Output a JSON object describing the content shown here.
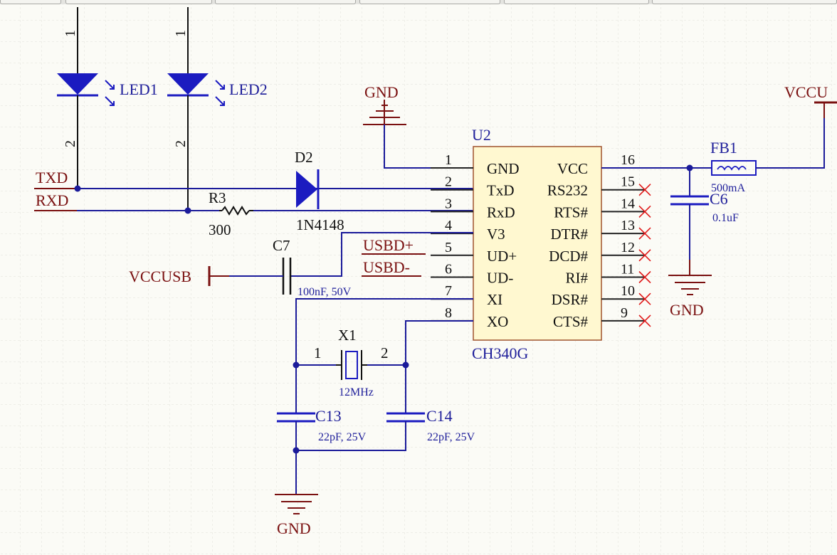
{
  "tabs": [
    "",
    "",
    "",
    "",
    "",
    ""
  ],
  "chip": {
    "designator": "U2",
    "part": "CH340G",
    "pins_left": [
      {
        "num": "1",
        "name": "GND"
      },
      {
        "num": "2",
        "name": "TxD"
      },
      {
        "num": "3",
        "name": "RxD"
      },
      {
        "num": "4",
        "name": "V3"
      },
      {
        "num": "5",
        "name": "UD+"
      },
      {
        "num": "6",
        "name": "UD-"
      },
      {
        "num": "7",
        "name": "XI"
      },
      {
        "num": "8",
        "name": "XO"
      }
    ],
    "pins_right": [
      {
        "num": "16",
        "name": "VCC"
      },
      {
        "num": "15",
        "name": "RS232"
      },
      {
        "num": "14",
        "name": "RTS#"
      },
      {
        "num": "13",
        "name": "DTR#"
      },
      {
        "num": "12",
        "name": "DCD#"
      },
      {
        "num": "11",
        "name": "RI#"
      },
      {
        "num": "10",
        "name": "DSR#"
      },
      {
        "num": "9",
        "name": "CTS#"
      }
    ]
  },
  "leds": [
    {
      "name": "LED1",
      "pin_top": "1",
      "pin_bottom": "2"
    },
    {
      "name": "LED2",
      "pin_top": "1",
      "pin_bottom": "2"
    }
  ],
  "nets": {
    "txd": "TXD",
    "rxd": "RXD",
    "usbdp": "USBD+",
    "usbdm": "USBD-",
    "vccusb": "VCCUSB",
    "vccu": "VCCU",
    "gnd": "GND"
  },
  "components": {
    "r3": {
      "name": "R3",
      "value": "300"
    },
    "d2": {
      "name": "D2",
      "value": "1N4148"
    },
    "c7": {
      "name": "C7",
      "value": "100nF, 50V"
    },
    "x1": {
      "name": "X1",
      "value": "12MHz",
      "pin1": "1",
      "pin2": "2"
    },
    "c13": {
      "name": "C13",
      "value": "22pF, 25V"
    },
    "c14": {
      "name": "C14",
      "value": "22pF, 25V"
    },
    "fb1": {
      "name": "FB1",
      "value": "500mA"
    },
    "c6": {
      "name": "C6",
      "value": "0.1uF"
    }
  },
  "colors": {
    "wire": "#1b1b9a",
    "power": "#7a1010",
    "chip_fill": "#fff8d0",
    "chip_border": "#a0522d",
    "no_connect": "#e01818",
    "grid": "#e4e4dc"
  }
}
